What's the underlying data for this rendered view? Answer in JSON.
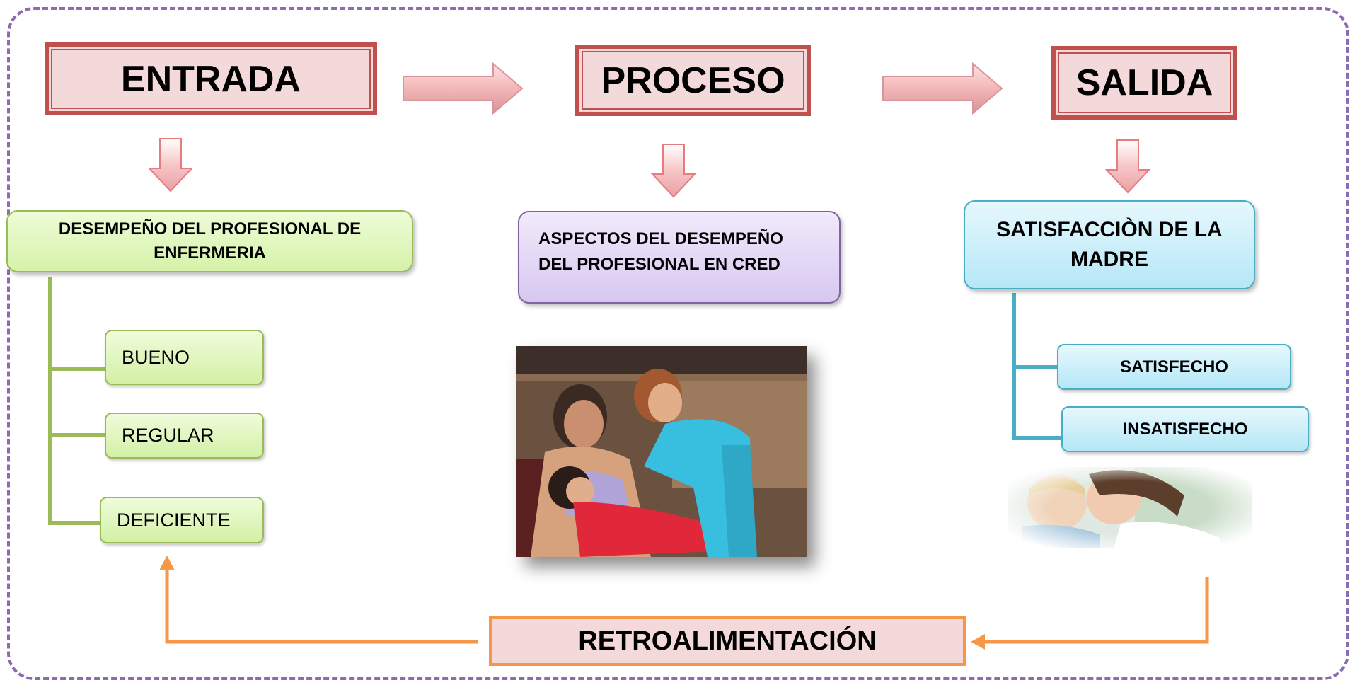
{
  "headers": {
    "entrada": "ENTRADA",
    "proceso": "PROCESO",
    "salida": "SALIDA"
  },
  "entrada_concept": {
    "line1": "DESEMPEÑO DEL PROFESIONAL DE",
    "line2": "ENFERMERIA"
  },
  "proceso_concept": {
    "line1": "ASPECTOS DEL DESEMPEÑO",
    "line2": "DEL PROFESIONAL EN CRED"
  },
  "salida_concept": {
    "line1": "SATISFACCIÒN DE LA",
    "line2": "MADRE"
  },
  "entrada_levels": [
    "BUENO",
    "REGULAR",
    "DEFICIENTE"
  ],
  "salida_levels": [
    "SATISFECHO",
    "INSATISFECHO"
  ],
  "feedback": "RETROALIMENTACIÓN",
  "colors": {
    "header_fill": "#f4d9da",
    "header_border": "#c0504d",
    "green_border": "#9bbb59",
    "purple_border": "#8064a2",
    "cyan_border": "#4bacc6",
    "feedback_orange": "#f79646",
    "frame_dashed": "#8c6bb1"
  },
  "images": {
    "proceso_photo": "nurse-feeding-baby-photo",
    "salida_photo": "mother-kissing-child-photo"
  }
}
